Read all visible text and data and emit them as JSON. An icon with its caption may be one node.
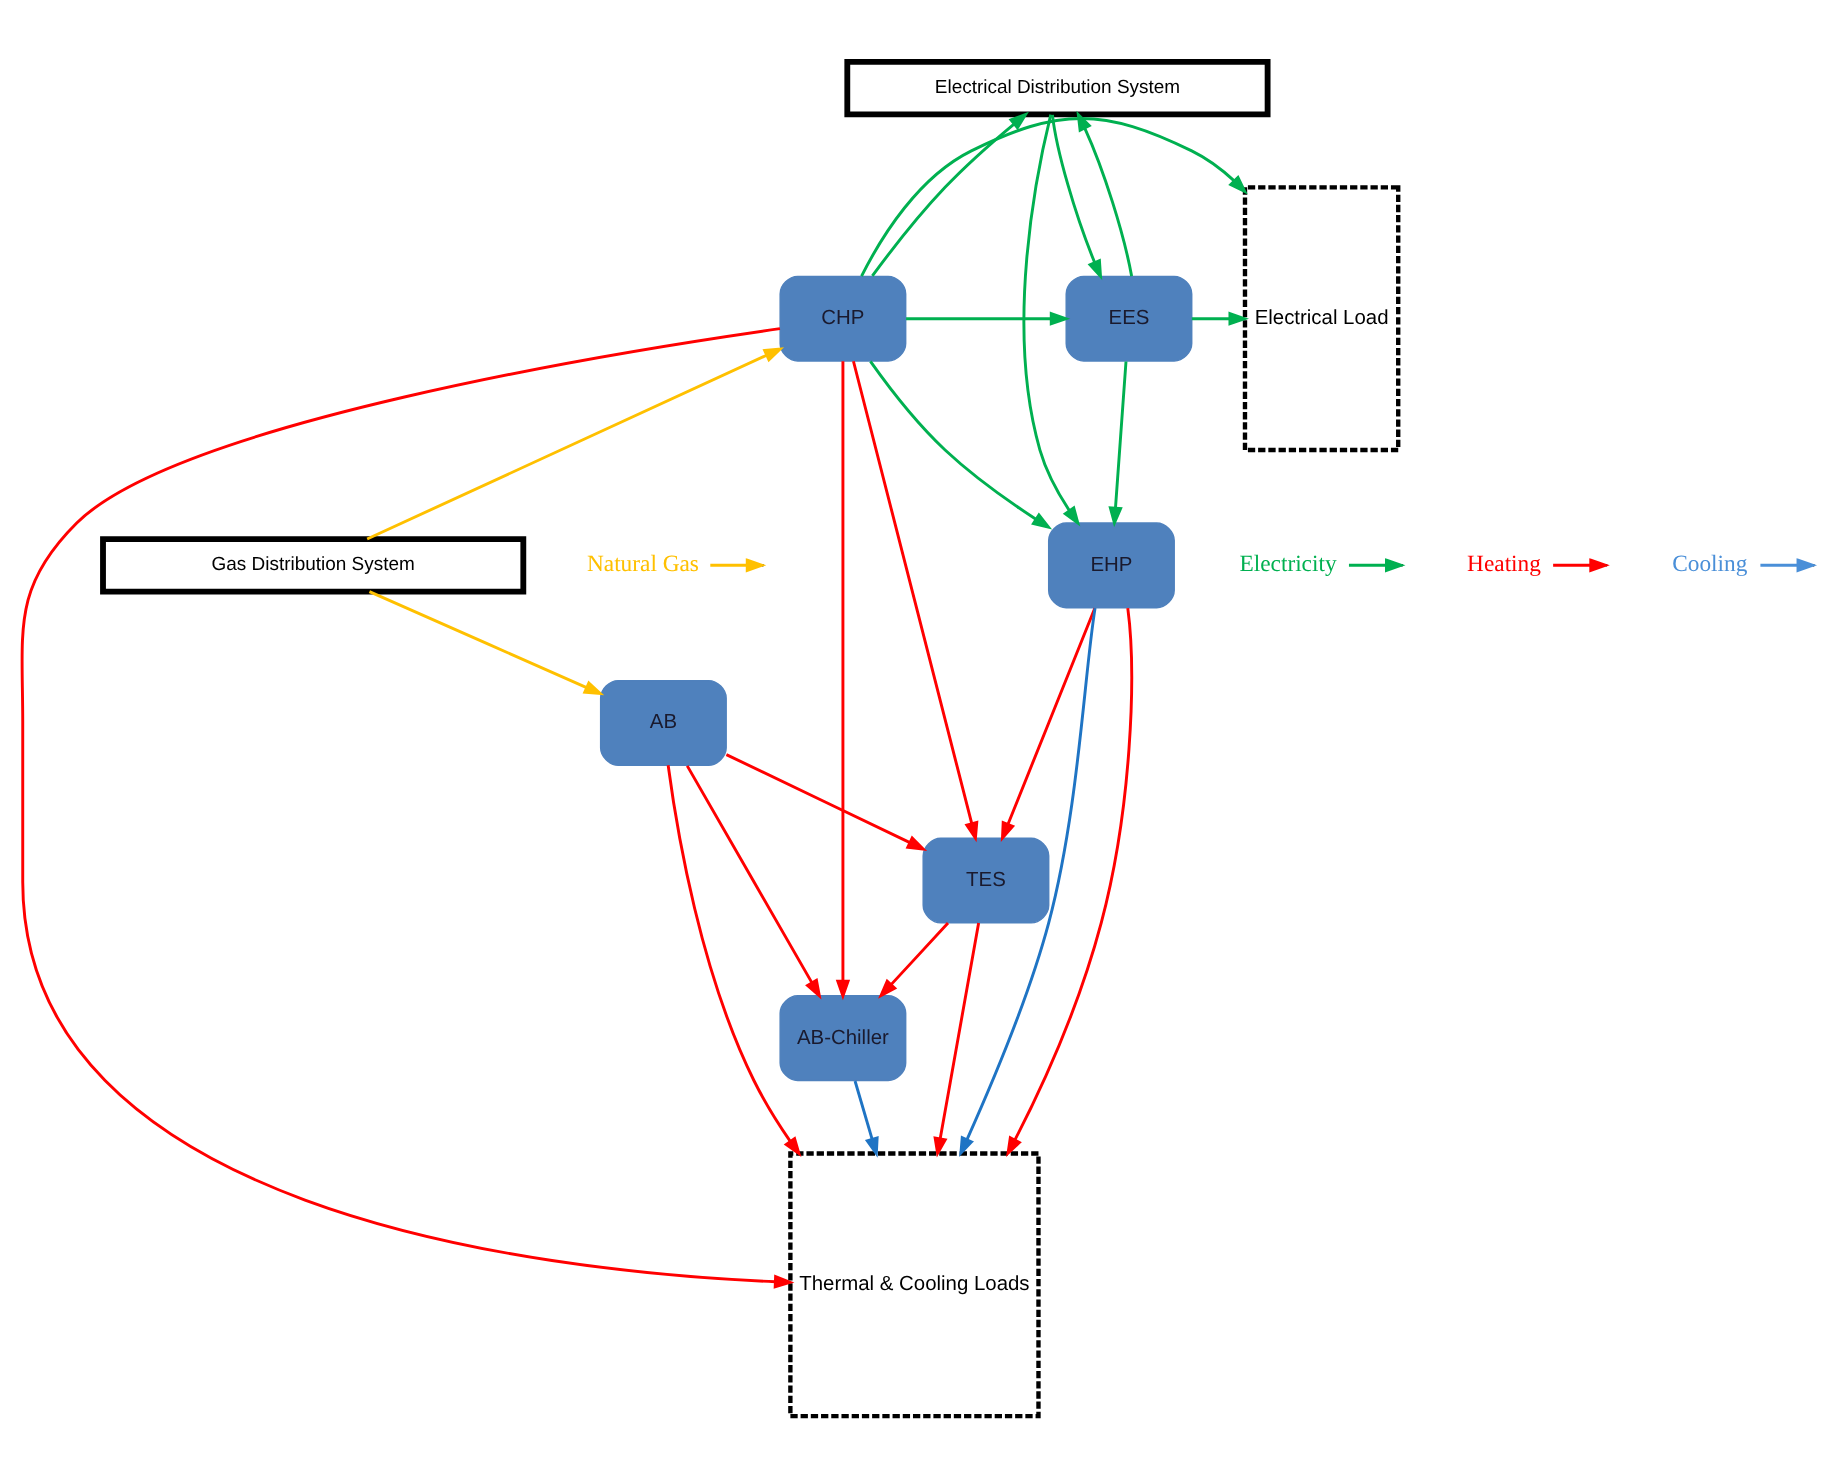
{
  "diagram": {
    "nodes": [
      {
        "text": [
          "Electrical Distribution System"
        ]
      },
      {
        "text": [
          "EHP"
        ]
      },
      {
        "text": [
          "TES"
        ]
      },
      {
        "text": [
          "EES"
        ]
      },
      {
        "text": [
          "CHP"
        ]
      },
      {
        "text": [
          "Electrical Load"
        ]
      },
      {
        "text": [
          "Thermal & Cooling Loads"
        ]
      },
      {
        "text": [
          "AB"
        ]
      },
      {
        "text": [
          "AB-Chiller"
        ]
      },
      {
        "text": [
          "Gas Distribution System"
        ]
      }
    ],
    "edges": [
      {
        "from": 0,
        "to": 1,
        "arrow": "to",
        "color": "#00b050"
      },
      {
        "from": 4,
        "to": 0,
        "arrow": "to",
        "color": "#00b050"
      },
      {
        "from": 0,
        "to": 3,
        "arrow": "to",
        "color": "#00b050"
      },
      {
        "from": 3,
        "to": 0,
        "arrow": "to",
        "color": "#00b050"
      },
      {
        "from": 1,
        "to": 6,
        "arrow": "to",
        "color": "#1f74c4"
      },
      {
        "from": 1,
        "to": 6,
        "arrow": "to",
        "color": "#ff0000"
      },
      {
        "from": 2,
        "to": 8,
        "arrow": "to",
        "color": "#ff0000"
      },
      {
        "from": 4,
        "to": 2,
        "arrow": "to",
        "color": "#ff0000"
      },
      {
        "from": 7,
        "to": 2,
        "arrow": "to",
        "color": "#ff0000"
      },
      {
        "from": 1,
        "to": 2,
        "arrow": "to",
        "color": "#ff0000"
      },
      {
        "from": 2,
        "to": 6,
        "arrow": "to",
        "color": "#ff0000"
      },
      {
        "from": 4,
        "to": 1,
        "arrow": "to",
        "color": "#00b050"
      },
      {
        "from": 3,
        "to": 1,
        "arrow": "to",
        "color": "#00b050"
      },
      {
        "from": 4,
        "to": 3,
        "arrow": "to",
        "color": "#00b050"
      },
      {
        "from": 3,
        "to": 5,
        "arrow": "to",
        "color": "#00b050"
      },
      {
        "from": 4,
        "to": 5,
        "arrow": "to",
        "color": "#00b050"
      },
      {
        "from": 4,
        "to": 6,
        "arrow": "to",
        "color": "#ff0000"
      },
      {
        "from": 4,
        "to": 8,
        "arrow": "to",
        "color": "#ff0000"
      },
      {
        "from": 7,
        "to": 6,
        "arrow": "to",
        "color": "#ff0000"
      },
      {
        "from": 7,
        "to": 8,
        "arrow": "to",
        "color": "#ff0000"
      },
      {
        "from": 8,
        "to": 6,
        "arrow": "to",
        "color": "#1f74c4"
      },
      {
        "from": 9,
        "to": 7,
        "arrow": "to",
        "color": "#ffc000"
      },
      {
        "from": 9,
        "to": 4,
        "arrow": "to",
        "color": "#ffc000"
      }
    ],
    "legend": [
      {
        "text": "Natural Gas",
        "color": "#ffc000"
      },
      {
        "text": "Electricity",
        "color": "#00b050"
      },
      {
        "text": "Heating",
        "color": "#ff0000"
      },
      {
        "text": "Cooling",
        "color": "#4a8fd8"
      }
    ]
  }
}
